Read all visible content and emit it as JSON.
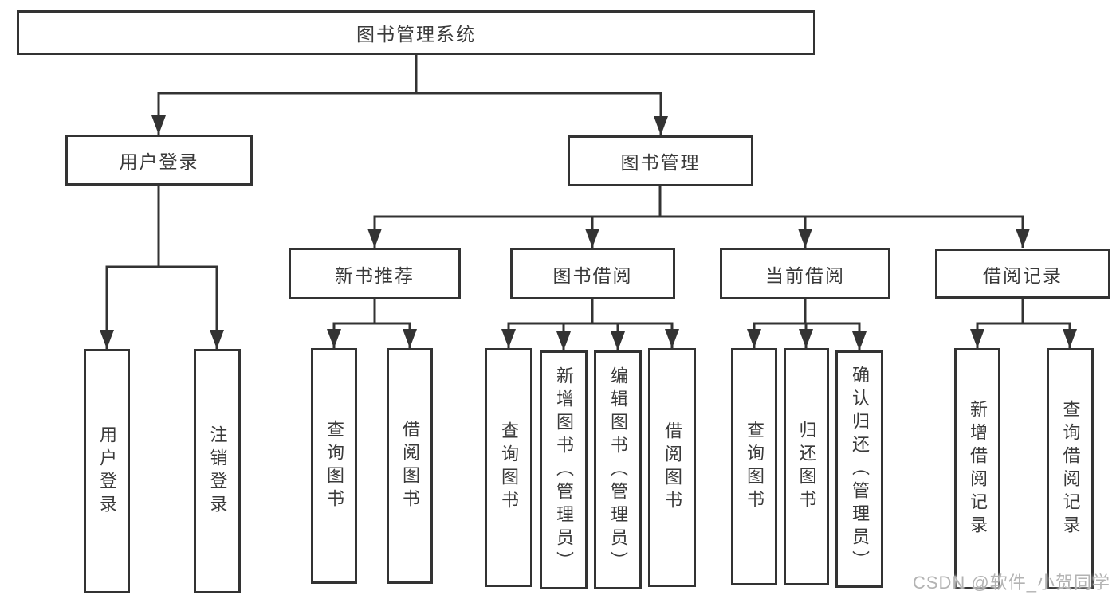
{
  "tree": {
    "root": {
      "label": "图书管理系统"
    },
    "branches": [
      {
        "label": "用户登录",
        "leaves": [
          {
            "label": "用户登录"
          },
          {
            "label": "注销登录"
          }
        ]
      },
      {
        "label": "图书管理",
        "groups": [
          {
            "label": "新书推荐",
            "leaves": [
              {
                "label": "查询图书"
              },
              {
                "label": "借阅图书"
              }
            ]
          },
          {
            "label": "图书借阅",
            "leaves": [
              {
                "label": "查询图书"
              },
              {
                "label": "新增图书（管理员）"
              },
              {
                "label": "编辑图书（管理员）"
              },
              {
                "label": "借阅图书"
              }
            ]
          },
          {
            "label": "当前借阅",
            "leaves": [
              {
                "label": "查询图书"
              },
              {
                "label": "归还图书"
              },
              {
                "label": "确认归还（管理员）"
              }
            ]
          },
          {
            "label": "借阅记录",
            "leaves": [
              {
                "label": "新增借阅记录"
              },
              {
                "label": "查询借阅记录"
              }
            ]
          }
        ]
      }
    ]
  },
  "watermark": {
    "text": "CSDN @软件_小贺同学"
  },
  "colors": {
    "line": "#333333",
    "text": "#3a3a3a",
    "background": "#ffffff",
    "watermark": "#b3b3b3"
  }
}
